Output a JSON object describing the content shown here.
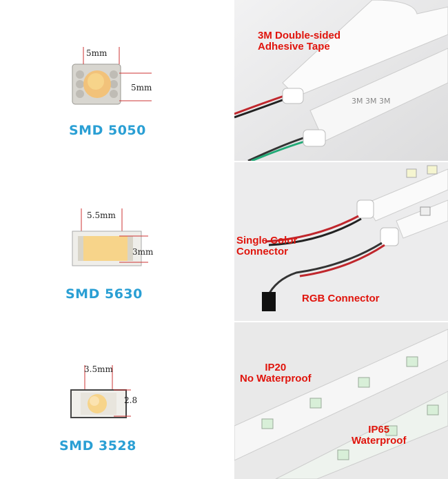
{
  "left_panel": {
    "chips": [
      {
        "label": "SMD 5050",
        "dim_w": "5mm",
        "dim_h": "5mm"
      },
      {
        "label": "SMD 5630",
        "dim_w": "5.5mm",
        "dim_h": "3mm"
      },
      {
        "label": "SMD 3528",
        "dim_w": "3.5mm",
        "dim_h": "2.8"
      }
    ]
  },
  "right_panel": {
    "photo1": {
      "annotation_line1": "3M Double-sided",
      "annotation_line2": "Adhesive Tape"
    },
    "photo2": {
      "single_line1": "Single Color",
      "single_line2": "Connector",
      "rgb": "RGB Connector"
    },
    "photo3": {
      "ip20_line1": "IP20",
      "ip20_line2": "No Waterproof",
      "ip65_line1": "IP65",
      "ip65_line2": "Waterproof"
    }
  },
  "colors": {
    "label_blue": "#2a9fd4",
    "annotation_red": "#e0140c",
    "led_yellow": "#f7d48a"
  }
}
